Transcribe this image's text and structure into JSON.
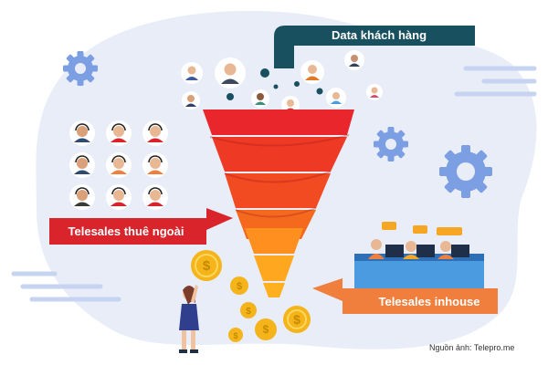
{
  "labels": {
    "data_source": "Data khách hàng",
    "outsourced": "Telesales thuê ngoài",
    "inhouse": "Telesales inhouse"
  },
  "credit": "Nguồn ảnh: Telepro.me",
  "colors": {
    "background_blob": "#e8edf8",
    "banner_teal": "#18505f",
    "banner_red": "#d9242b",
    "funnel_top": "#e8262b",
    "funnel_bottom": "#ffb01f",
    "coin": "#f4b41a",
    "gear": "#7c9fe3"
  },
  "icons": [
    "gear-icon",
    "customer-avatar-icon",
    "headset-agent-icon",
    "coin-icon",
    "arrow-right-icon",
    "woman-holding-coin-icon",
    "call-center-desk-icon"
  ]
}
